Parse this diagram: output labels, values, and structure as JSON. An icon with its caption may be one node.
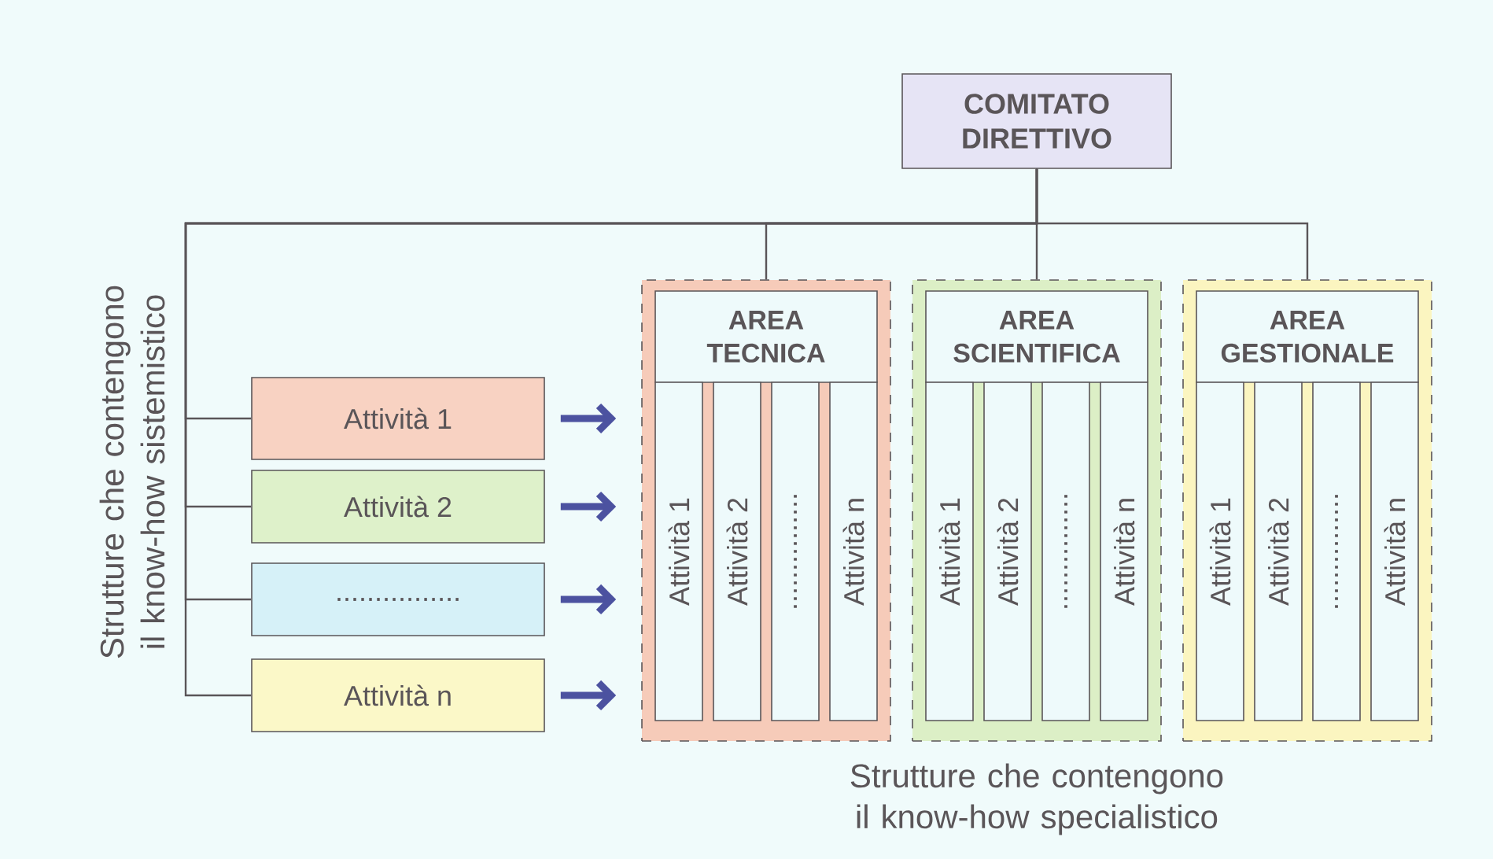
{
  "diagram": {
    "nodes": [
      {
        "text": [
          "COMITATO DIRETTIVO"
        ]
      },
      {
        "text": [
          "Attività 1"
        ]
      },
      {
        "text": [
          "Attività 2"
        ]
      },
      {
        "text": [
          "................"
        ]
      },
      {
        "text": [
          "Attività n"
        ]
      },
      {
        "text": [
          "AREA TECNICA"
        ]
      },
      {
        "text": [
          "Attività 1"
        ],
        "in": 5
      },
      {
        "text": [
          "Attività 2"
        ],
        "in": 5
      },
      {
        "text": [
          "..............."
        ],
        "in": 5
      },
      {
        "text": [
          "Attività n"
        ],
        "in": 5
      },
      {
        "text": [
          "AREA SCIENTIFICA"
        ]
      },
      {
        "text": [
          "Attività 1"
        ],
        "in": 10
      },
      {
        "text": [
          "Attività 2"
        ],
        "in": 10
      },
      {
        "text": [
          "..............."
        ],
        "in": 10
      },
      {
        "text": [
          "Attività n"
        ],
        "in": 10
      },
      {
        "text": [
          "AREA GESTIONALE"
        ]
      },
      {
        "text": [
          "Attività 1"
        ],
        "in": 15
      },
      {
        "text": [
          "Attività 2"
        ],
        "in": 15
      },
      {
        "text": [
          "..............."
        ],
        "in": 15
      },
      {
        "text": [
          "Attività n"
        ],
        "in": 15
      }
    ],
    "edges": [
      {
        "from": 0,
        "to": 1,
        "arrow": "none"
      },
      {
        "from": 0,
        "to": 2,
        "arrow": "none"
      },
      {
        "from": 0,
        "to": 3,
        "arrow": "none"
      },
      {
        "from": 0,
        "to": 4,
        "arrow": "none"
      },
      {
        "from": 0,
        "to": 5,
        "arrow": "none"
      },
      {
        "from": 0,
        "to": 10,
        "arrow": "none"
      },
      {
        "from": 0,
        "to": 15,
        "arrow": "none"
      },
      {
        "from": 1,
        "to": 5,
        "arrow": "to",
        "style": "thick",
        "color": "#4c52a0"
      },
      {
        "from": 2,
        "to": 5,
        "arrow": "to",
        "style": "thick",
        "color": "#4c52a0"
      },
      {
        "from": 3,
        "to": 5,
        "arrow": "to",
        "style": "thick",
        "color": "#4c52a0"
      },
      {
        "from": 4,
        "to": 5,
        "arrow": "to",
        "style": "thick",
        "color": "#4c52a0"
      }
    ],
    "labels": [
      "Strutture che contengono il know-how sistemistico",
      "Strutture che contengono il know-how specialistico"
    ]
  }
}
